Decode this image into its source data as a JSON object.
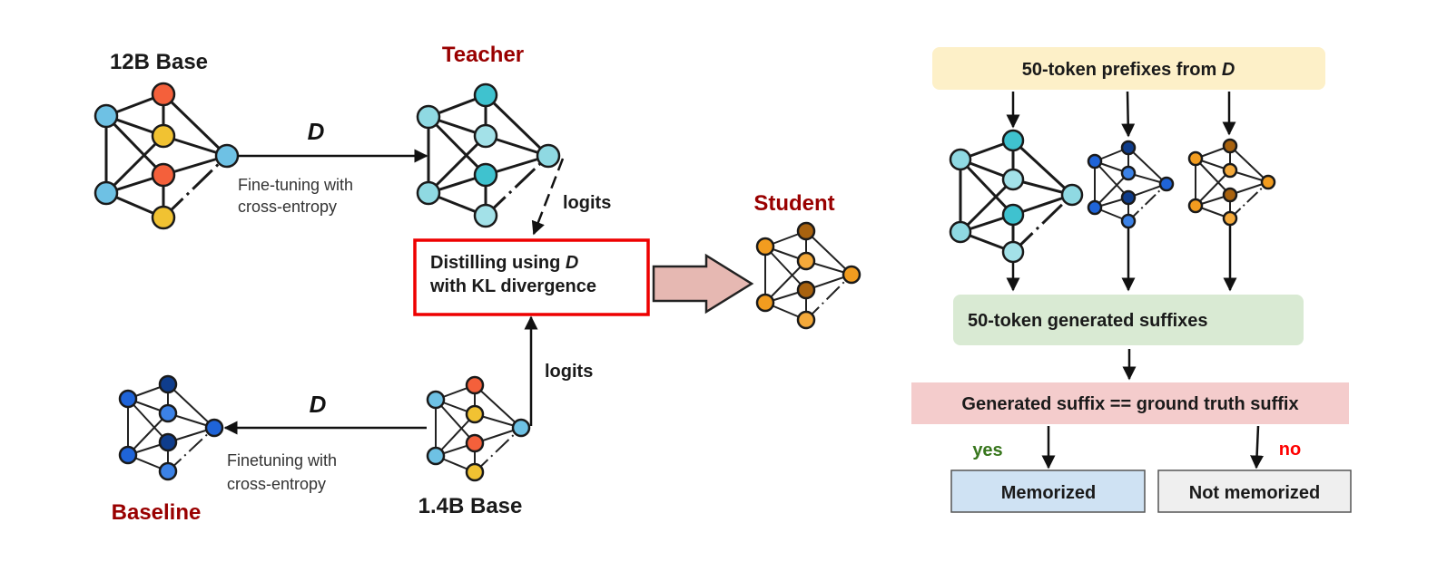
{
  "left": {
    "base12b": {
      "label": "12B Base"
    },
    "teacher": {
      "label": "Teacher"
    },
    "student": {
      "label": "Student"
    },
    "baseline": {
      "label": "Baseline"
    },
    "base14b": {
      "label": "1.4B Base"
    },
    "top_arrow": {
      "dataset": "D",
      "caption_line1": "Fine-tuning with",
      "caption_line2": "cross-entropy"
    },
    "bottom_arrow": {
      "dataset": "D",
      "caption_line1": "Finetuning with",
      "caption_line2": "cross-entropy"
    },
    "teacher_logits": "logits",
    "base_logits": "logits",
    "distill_box": {
      "line1_prefix": "Distilling using ",
      "line1_var": "D",
      "line2": "with KL divergence"
    }
  },
  "right": {
    "prefix_box": {
      "prefix": "50-token prefixes from ",
      "var": "D"
    },
    "suffix_box": "50-token generated suffixes",
    "compare_box": "Generated suffix == ground truth suffix",
    "yes_label": "yes",
    "no_label": "no",
    "memorized": "Memorized",
    "not_memorized": "Not memorized"
  },
  "colors": {
    "accent_red": "#990000",
    "distill_border": "#ee0000",
    "fat_arrow": "#e6b8b2",
    "prefix_bg": "#fdf0c8",
    "suffix_bg": "#d9ead3",
    "compare_bg": "#f4cccc",
    "memorized_bg": "#cfe2f3",
    "not_memorized_bg": "#efefef",
    "yes": "#38761d",
    "no": "#ff0000"
  }
}
